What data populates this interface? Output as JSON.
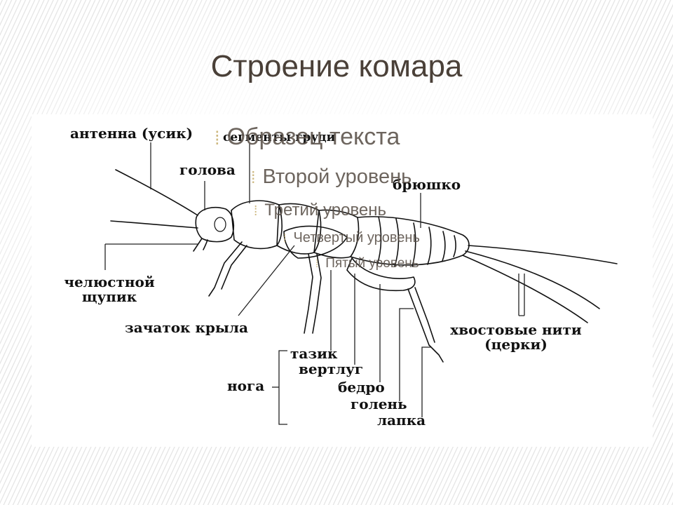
{
  "slide": {
    "title": "Строение комара",
    "placeholder": [
      {
        "text": "Образец текста",
        "marker": "⁞"
      },
      {
        "text": "Второй уровень",
        "marker": "⁞"
      },
      {
        "text": "Третий уровень",
        "marker": "⁞"
      },
      {
        "text": "Четвертый уровень",
        "marker": "⁞"
      },
      {
        "text": "Пятый уровень",
        "marker": "⁞"
      }
    ]
  },
  "labels": {
    "antenna": "антенна (усик)",
    "head": "голова",
    "thorax_segments": "сегменты груди",
    "abdomen": "брюшко",
    "palp_line1": "челюстной",
    "palp_line2": "щупик",
    "wing_bud": "зачаток крыла",
    "tail_line1": "хвостовые нити",
    "tail_line2": "(церки)",
    "leg": "нога",
    "coxa": "тазик",
    "trochanter": "вертлуг",
    "femur": "бедро",
    "tibia": "голень",
    "tarsus": "лапка"
  },
  "colors": {
    "title": "#4a4038",
    "ink": "#111111",
    "bullet_text": "#5a5048",
    "bullet_marker": "#c8b070"
  }
}
